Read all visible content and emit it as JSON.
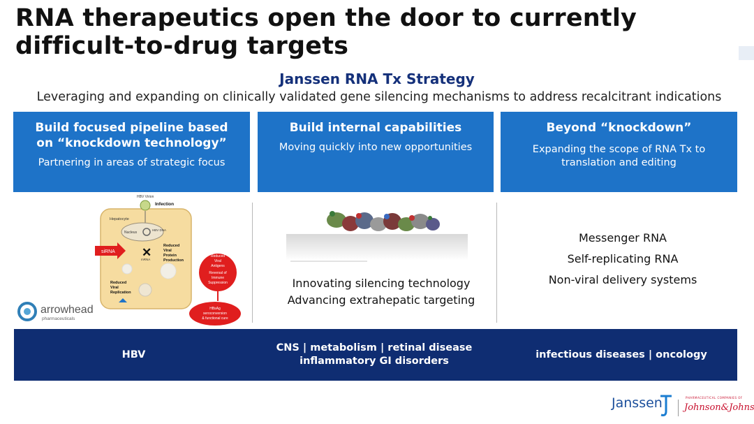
{
  "slide": {
    "title_line1": "RNA therapeutics open the door to currently",
    "title_line2": "difficult-to-drug targets",
    "strategy_title": "Janssen RNA Tx Strategy",
    "subtitle": "Leveraging and expanding on clinically validated gene silencing mechanisms to address recalcitrant indications"
  },
  "columns": [
    {
      "heading_line1": "Build focused pipeline based",
      "heading_line2": "on “knockdown technology”",
      "sub": "Partnering in areas of strategic focus"
    },
    {
      "heading_line1": "Build internal capabilities",
      "sub": "Moving quickly into new opportunities"
    },
    {
      "heading_line1": "Beyond “knockdown”",
      "sub_line1": "Expanding the scope of RNA Tx to",
      "sub_line2": "translation and editing"
    }
  ],
  "hbv_diagram": {
    "virion": "HBV Virion",
    "infection": "Infection",
    "hepatocyte": "Hepatocyte",
    "nucleus": "Nucleus",
    "hbv_dna": "HBV DNA",
    "sirna": "siRNA",
    "mrna": "mRNA",
    "reduced_protein_1": "Reduced",
    "reduced_protein_2": "Viral",
    "reduced_protein_3": "Protein",
    "reduced_protein_4": "Production",
    "reduced_replication_1": "Reduced",
    "reduced_replication_2": "Viral",
    "reduced_replication_3": "Replication",
    "antigens_1": "Reduced",
    "antigens_2": "Viral",
    "antigens_3": "Antigens",
    "reversal_1": "Reversal of",
    "reversal_2": "Immune",
    "reversal_3": "Suppression",
    "cure_1": "HBsAg",
    "cure_2": "seroconversion",
    "cure_3": "& functional cure",
    "partner_name": "arrowhead",
    "partner_sub": "pharmaceuticals"
  },
  "middle": {
    "line1": "Innovating silencing technology",
    "line2": "Advancing extrahepatic targeting"
  },
  "right_list": [
    "Messenger RNA",
    "Self-replicating RNA",
    "Non-viral delivery systems"
  ],
  "bottom_band": {
    "col1": "HBV",
    "col2_line1": "CNS | metabolism | retinal disease",
    "col2_line2": "inflammatory GI disorders",
    "col3": "infectious diseases | oncology"
  },
  "logos": {
    "janssen": "Janssen",
    "jnj": "Johnson&Johnson",
    "jnj_tagline": "PHARMACEUTICAL COMPANIES OF"
  },
  "colors": {
    "box_blue": "#1e73c8",
    "band_navy": "#0f2d72",
    "strategy_navy": "#14307a",
    "hepatocyte_fill": "#f6dca0",
    "red": "#e01e1e"
  }
}
